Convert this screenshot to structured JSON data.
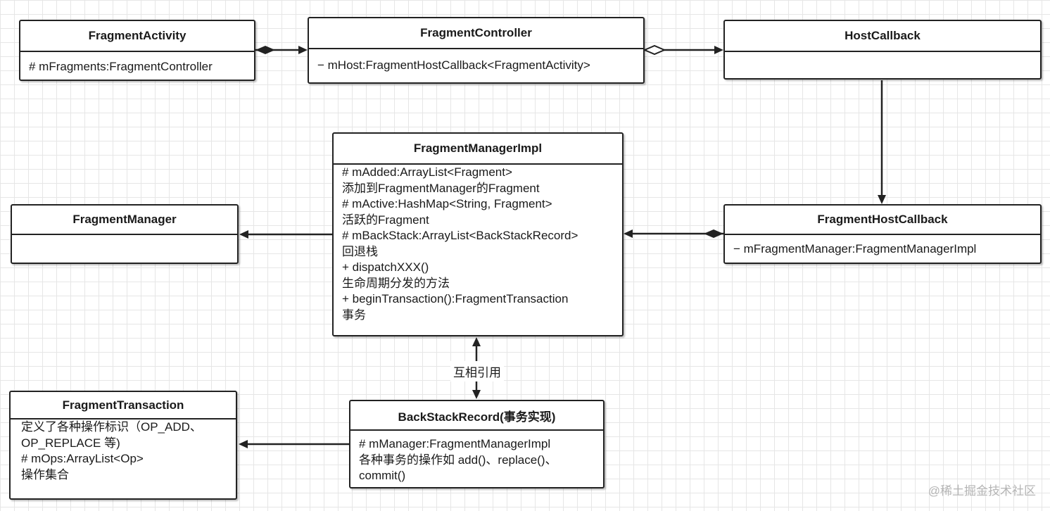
{
  "boxes": {
    "fragment_activity": {
      "title": "FragmentActivity",
      "lines": [
        "# mFragments:FragmentController"
      ]
    },
    "fragment_controller": {
      "title": "FragmentController",
      "lines": [
        "− mHost:FragmentHostCallback<FragmentActivity>"
      ]
    },
    "host_callback": {
      "title": "HostCallback",
      "lines": []
    },
    "fragment_manager_impl": {
      "title": "FragmentManagerImpl",
      "lines": [
        "# mAdded:ArrayList<Fragment>",
        "添加到FragmentManager的Fragment",
        "# mActive:HashMap<String, Fragment>",
        "活跃的Fragment",
        "# mBackStack:ArrayList<BackStackRecord>",
        "回退栈",
        "+ dispatchXXX()",
        "生命周期分发的方法",
        "+ beginTransaction():FragmentTransaction",
        "事务"
      ]
    },
    "fragment_manager": {
      "title": "FragmentManager",
      "lines": []
    },
    "fragment_host_callback": {
      "title": "FragmentHostCallback",
      "lines": [
        "− mFragmentManager:FragmentManagerImpl"
      ]
    },
    "fragment_transaction": {
      "title": "FragmentTransaction",
      "lines": [
        "定义了各种操作标识（OP_ADD、",
        "OP_REPLACE 等)",
        "# mOps:ArrayList<Op>",
        "操作集合"
      ]
    },
    "back_stack_record": {
      "title": "BackStackRecord(事务实现)",
      "lines": [
        "# mManager:FragmentManagerImpl",
        "各种事务的操作如 add()、replace()、",
        "commit()"
      ]
    }
  },
  "edge_labels": {
    "mutual_reference": "互相引用"
  },
  "watermark": "@稀土掘金技术社区"
}
